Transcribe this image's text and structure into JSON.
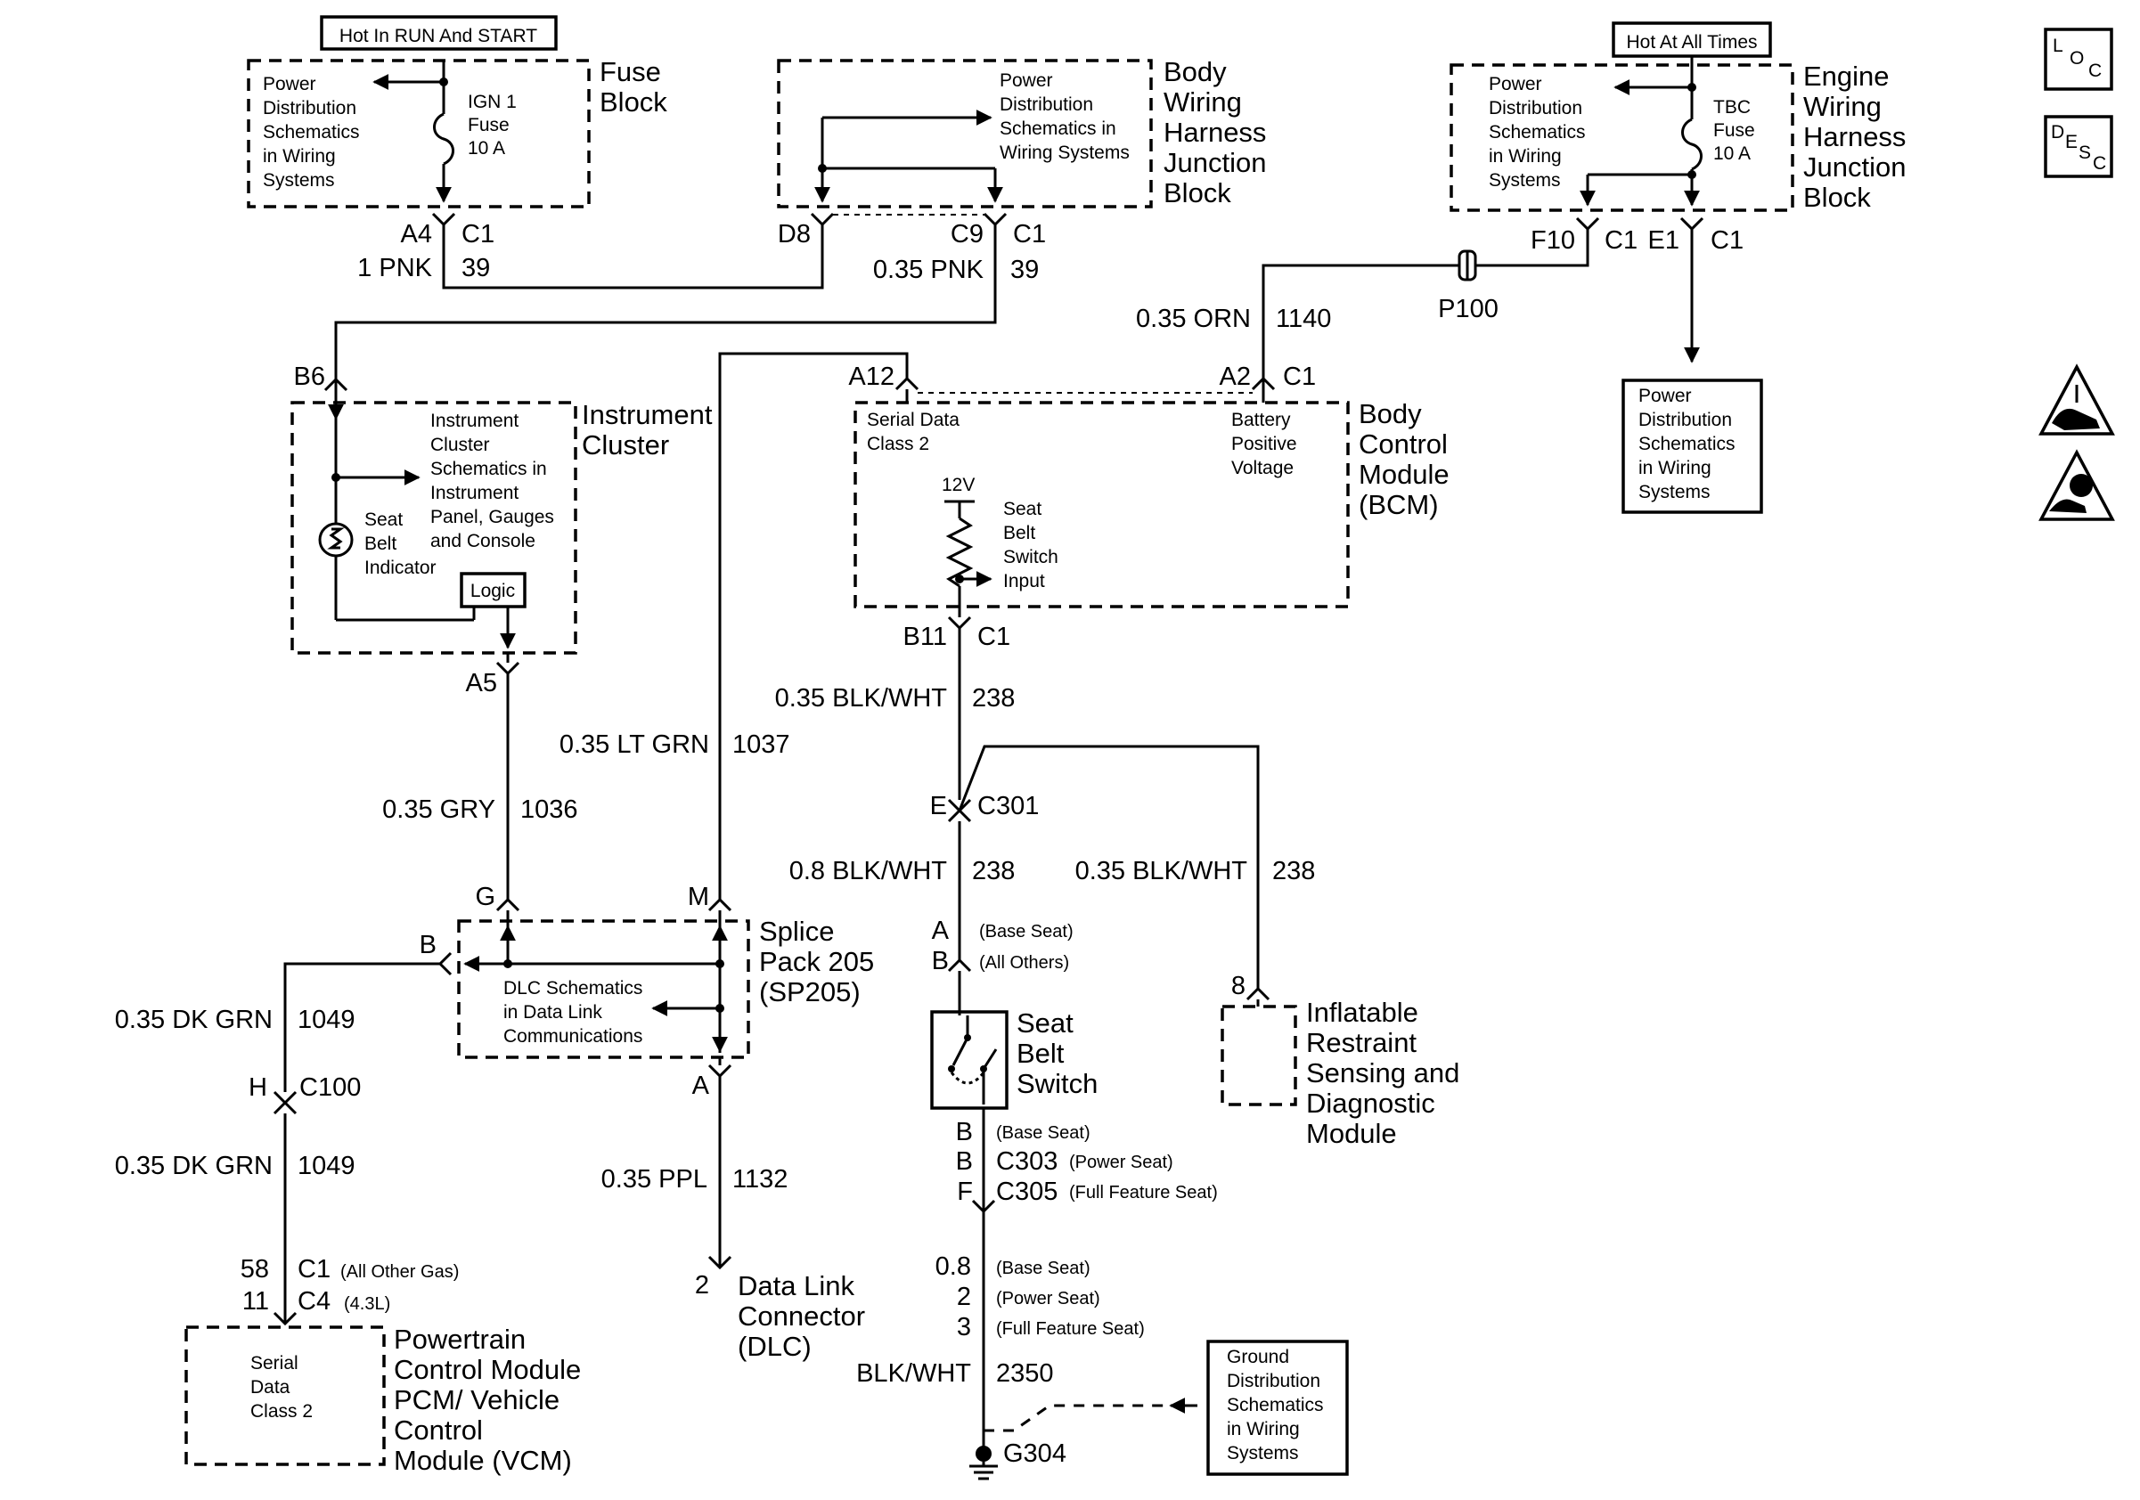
{
  "hot_run_start": "Hot In RUN And START",
  "hot_all_times": "Hot At All Times",
  "fuse_block": {
    "name": [
      "Fuse",
      "Block"
    ],
    "note": [
      "Power",
      "Distribution",
      "Schematics",
      "in Wiring",
      "Systems"
    ],
    "fuse": [
      "IGN 1",
      "Fuse",
      "10 A"
    ],
    "pin": "A4",
    "conn": "C1",
    "wire": "1 PNK",
    "circuit": "39"
  },
  "bwhjb": {
    "name": [
      "Body",
      "Wiring",
      "Harness",
      "Junction",
      "Block"
    ],
    "note": [
      "Power",
      "Distribution",
      "Schematics in",
      "Wiring Systems"
    ],
    "pin_left": "D8",
    "pin_right": "C9",
    "conn": "C1",
    "wire": "0.35 PNK",
    "circuit": "39"
  },
  "ewhjb": {
    "name": [
      "Engine",
      "Wiring",
      "Harness",
      "Junction",
      "Block"
    ],
    "note": [
      "Power",
      "Distribution",
      "Schematics",
      "in Wiring",
      "Systems"
    ],
    "fuse": [
      "TBC",
      "Fuse",
      "10 A"
    ],
    "pin_left": "F10",
    "conn_left": "C1",
    "pin_right": "E1",
    "conn_right": "C1",
    "out_note": [
      "Power",
      "Distribution",
      "Schematics",
      "in Wiring",
      "Systems"
    ]
  },
  "p100": "P100",
  "orn_wire": {
    "wire": "0.35 ORN",
    "circuit": "1140"
  },
  "bcm": {
    "name": [
      "Body",
      "Control",
      "Module",
      "(BCM)"
    ],
    "serial": [
      "Serial Data",
      "Class 2"
    ],
    "battery": [
      "Battery",
      "Positive",
      "Voltage"
    ],
    "volt": "12V",
    "seat_input": [
      "Seat",
      "Belt",
      "Switch",
      "Input"
    ],
    "pin_a12": "A12",
    "pin_a2": "A2",
    "conn_a2": "C1",
    "pin_b11": "B11",
    "conn_b11": "C1"
  },
  "ic": {
    "name": [
      "Instrument",
      "Cluster"
    ],
    "note": [
      "Instrument",
      "Cluster",
      "Schematics in",
      "Instrument",
      "Panel, Gauges",
      "and Console"
    ],
    "indicator": [
      "Seat",
      "Belt",
      "Indicator"
    ],
    "logic": "Logic",
    "pin_top": "B6",
    "pin_bottom": "A5"
  },
  "ltgrn_wire": {
    "wire": "0.35 LT GRN",
    "circuit": "1037"
  },
  "gry_wire": {
    "wire": "0.35 GRY",
    "circuit": "1036"
  },
  "sp205": {
    "name": [
      "Splice",
      "Pack 205",
      "(SP205)"
    ],
    "note": [
      "DLC Schematics",
      "in Data Link",
      "Communications"
    ],
    "pin_g": "G",
    "pin_m": "M",
    "pin_b": "B",
    "pin_a": "A"
  },
  "dkgrn_wire1": {
    "wire": "0.35 DK GRN",
    "circuit": "1049"
  },
  "c100": {
    "pin": "H",
    "conn": "C100"
  },
  "dkgrn_wire2": {
    "wire": "0.35 DK GRN",
    "circuit": "1049"
  },
  "pcm_conn": {
    "pin1": "58",
    "conn1": "C1",
    "note1": "(All Other Gas)",
    "pin2": "11",
    "conn2": "C4",
    "note2": "(4.3L)"
  },
  "pcm": {
    "name": [
      "Powertrain",
      "Control Module",
      "PCM/ Vehicle",
      "Control",
      "Module (VCM)"
    ],
    "inner": [
      "Serial",
      "Data",
      "Class 2"
    ]
  },
  "ppl_wire": {
    "wire": "0.35 PPL",
    "circuit": "1132"
  },
  "dlc": {
    "pin": "2",
    "name": [
      "Data Link",
      "Connector",
      "(DLC)"
    ]
  },
  "blkwht_top": {
    "wire": "0.35 BLK/WHT",
    "circuit": "238"
  },
  "c301": {
    "pin": "E",
    "conn": "C301"
  },
  "blkwht_mid": {
    "wire": "0.8 BLK/WHT",
    "circuit": "238"
  },
  "blkwht_right": {
    "wire": "0.35 BLK/WHT",
    "circuit": "238"
  },
  "sbs_top": {
    "pin_a": "A",
    "note_a": "(Base Seat)",
    "pin_b": "B",
    "note_b": "(All Others)"
  },
  "sbs": {
    "name": [
      "Seat",
      "Belt",
      "Switch"
    ]
  },
  "sbs_bottom": {
    "pin1": "B",
    "note1": "(Base Seat)",
    "pin2": "B",
    "conn2": "C303",
    "note2": "(Power Seat)",
    "pin3": "F",
    "conn3": "C305",
    "note3": "(Full Feature Seat)"
  },
  "ground_wire": {
    "g1": "0.8",
    "n1": "(Base Seat)",
    "g2": "2",
    "n2": "(Power Seat)",
    "g3": "3",
    "n3": "(Full Feature Seat)",
    "wire": "BLK/WHT",
    "circuit": "2350"
  },
  "ground_note": [
    "Ground",
    "Distribution",
    "Schematics",
    "in Wiring",
    "Systems"
  ],
  "g304": "G304",
  "irsdm": {
    "pin": "8",
    "name": [
      "Inflatable",
      "Restraint",
      "Sensing and",
      "Diagnostic",
      "Module"
    ]
  },
  "loc_icon": {
    "l": "L",
    "o": "O",
    "c": "C"
  },
  "desc_icon": {
    "d": "D",
    "e": "E",
    "s": "S",
    "c": "C"
  }
}
